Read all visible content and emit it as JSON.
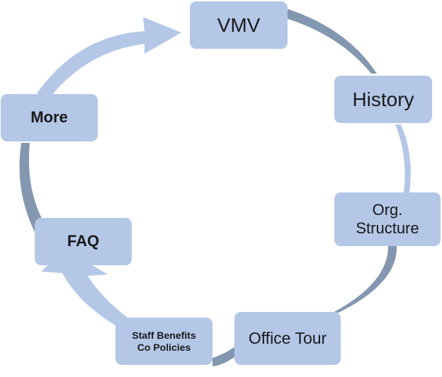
{
  "diagram": {
    "nodes": {
      "vmv": {
        "lines": [
          "VMV"
        ]
      },
      "history": {
        "lines": [
          "History"
        ]
      },
      "org_structure": {
        "lines": [
          "Org.",
          "Structure"
        ]
      },
      "office_tour": {
        "lines": [
          "Office Tour"
        ]
      },
      "staff_benefits": {
        "lines": [
          "Staff Benefits",
          "Co Policies"
        ]
      },
      "faq": {
        "lines": [
          "FAQ"
        ]
      },
      "more": {
        "lines": [
          "More"
        ]
      }
    },
    "colors": {
      "box_fill": "#b4c7e7",
      "arrow_light": "#b4c7e7",
      "arrow_dark": "#8497b0",
      "text": "#1a1a1a"
    },
    "flow": [
      "VMV",
      "History",
      "Org. Structure",
      "Office Tour",
      "Staff Benefits / Co Policies",
      "FAQ",
      "More"
    ]
  }
}
